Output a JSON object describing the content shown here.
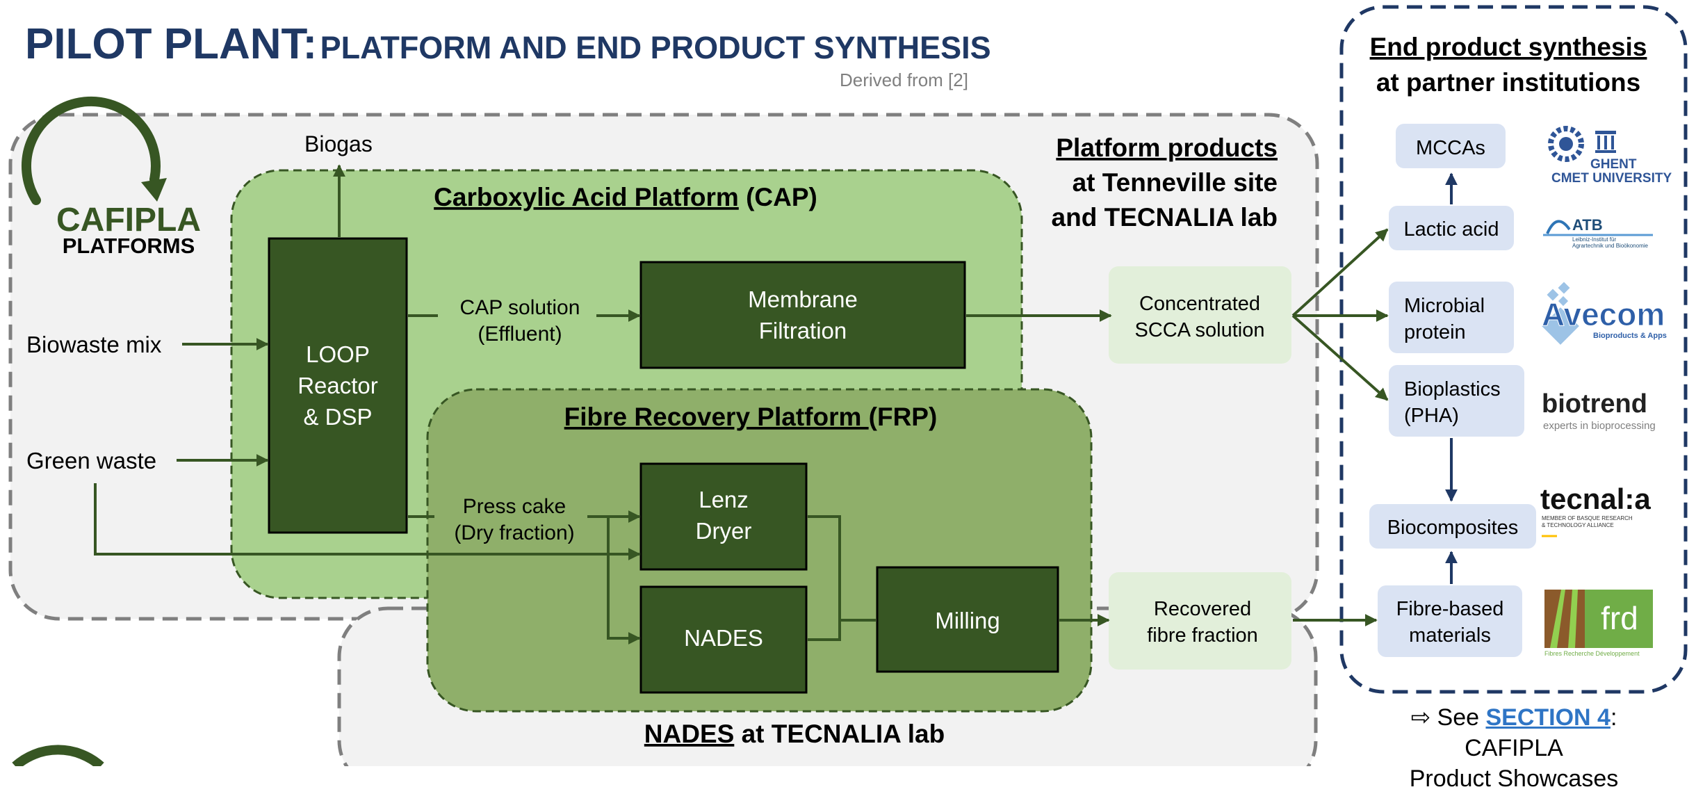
{
  "title": {
    "main": "PILOT PLANT:",
    "sub": "PLATFORM AND END PRODUCT SYNTHESIS"
  },
  "derived_from": "Derived from [2]",
  "logo": {
    "name": "CAFIPLA",
    "sub": "PLATFORMS"
  },
  "inputs": {
    "biowaste": "Biowaste mix",
    "green": "Green waste",
    "biogas": "Biogas"
  },
  "platform_products": {
    "line1": "Platform products",
    "line2": "at Tenneville site",
    "line3": "and TECNALIA lab"
  },
  "cap": {
    "title": "Carboxylic Acid Platform",
    "abbr": "(CAP)"
  },
  "frp": {
    "title": "Fibre Recovery Platform ",
    "abbr": "(FRP)"
  },
  "nades_site": {
    "u": "NADES",
    "rest": " at TECNALIA lab"
  },
  "loop": {
    "l1": "LOOP",
    "l2": "Reactor",
    "l3": "& DSP"
  },
  "cap_solution": {
    "l1": "CAP solution",
    "l2": "(Effluent)"
  },
  "membrane": {
    "l1": "Membrane",
    "l2": "Filtration"
  },
  "press_cake": {
    "l1": "Press cake",
    "l2": "(Dry fraction)"
  },
  "lenz": {
    "l1": "Lenz",
    "l2": "Dryer"
  },
  "nades_box": "NADES",
  "milling": "Milling",
  "scca": {
    "l1": "Concentrated",
    "l2": "SCCA solution"
  },
  "fibre_fraction": {
    "l1": "Recovered",
    "l2": "fibre fraction"
  },
  "end_product": {
    "line1": "End product synthesis",
    "line2": "at partner institutions"
  },
  "products": {
    "mccas": "MCCAs",
    "lactic": "Lactic acid",
    "microbial": {
      "l1": "Microbial",
      "l2": "protein"
    },
    "bioplastics": {
      "l1": "Bioplastics",
      "l2": "(PHA)"
    },
    "biocomposites": "Biocomposites",
    "fibre_based": {
      "l1": "Fibre-based",
      "l2": "materials"
    }
  },
  "partners": {
    "ghent": {
      "l1": "GHENT",
      "l2": "CMET UNIVERSITY"
    },
    "atb": {
      "name": "ATB",
      "sub1": "Leibniz-Institut für",
      "sub2": "Agrartechnik und Bioökonomie"
    },
    "avecom": {
      "name": "Avecom",
      "sub": "Bioproducts & Apps"
    },
    "biotrend": {
      "name": "biotrend",
      "sub": "experts in bioprocessing"
    },
    "tecnalia": {
      "name": "tecnal:a",
      "sub1": "MEMBER OF BASQUE RESEARCH",
      "sub2": "& TECHNOLOGY ALLIANCE"
    },
    "frd": {
      "name": "frd",
      "sub": "Fibres Recherche Développement"
    }
  },
  "showcase": {
    "prefix": "⇨ See ",
    "link": "SECTION 4",
    "rest": ": CAFIPLA",
    "line2": "Product Showcases"
  },
  "colors": {
    "navy": "#1f3864",
    "dark_green": "#375623",
    "cap_green": "#a9d18e",
    "frp_green": "#8faf6a",
    "light_green": "#e2efda",
    "product_blue": "#dae3f3",
    "platform_grey": "#f2f2f2",
    "link_blue": "#2f75c5"
  }
}
